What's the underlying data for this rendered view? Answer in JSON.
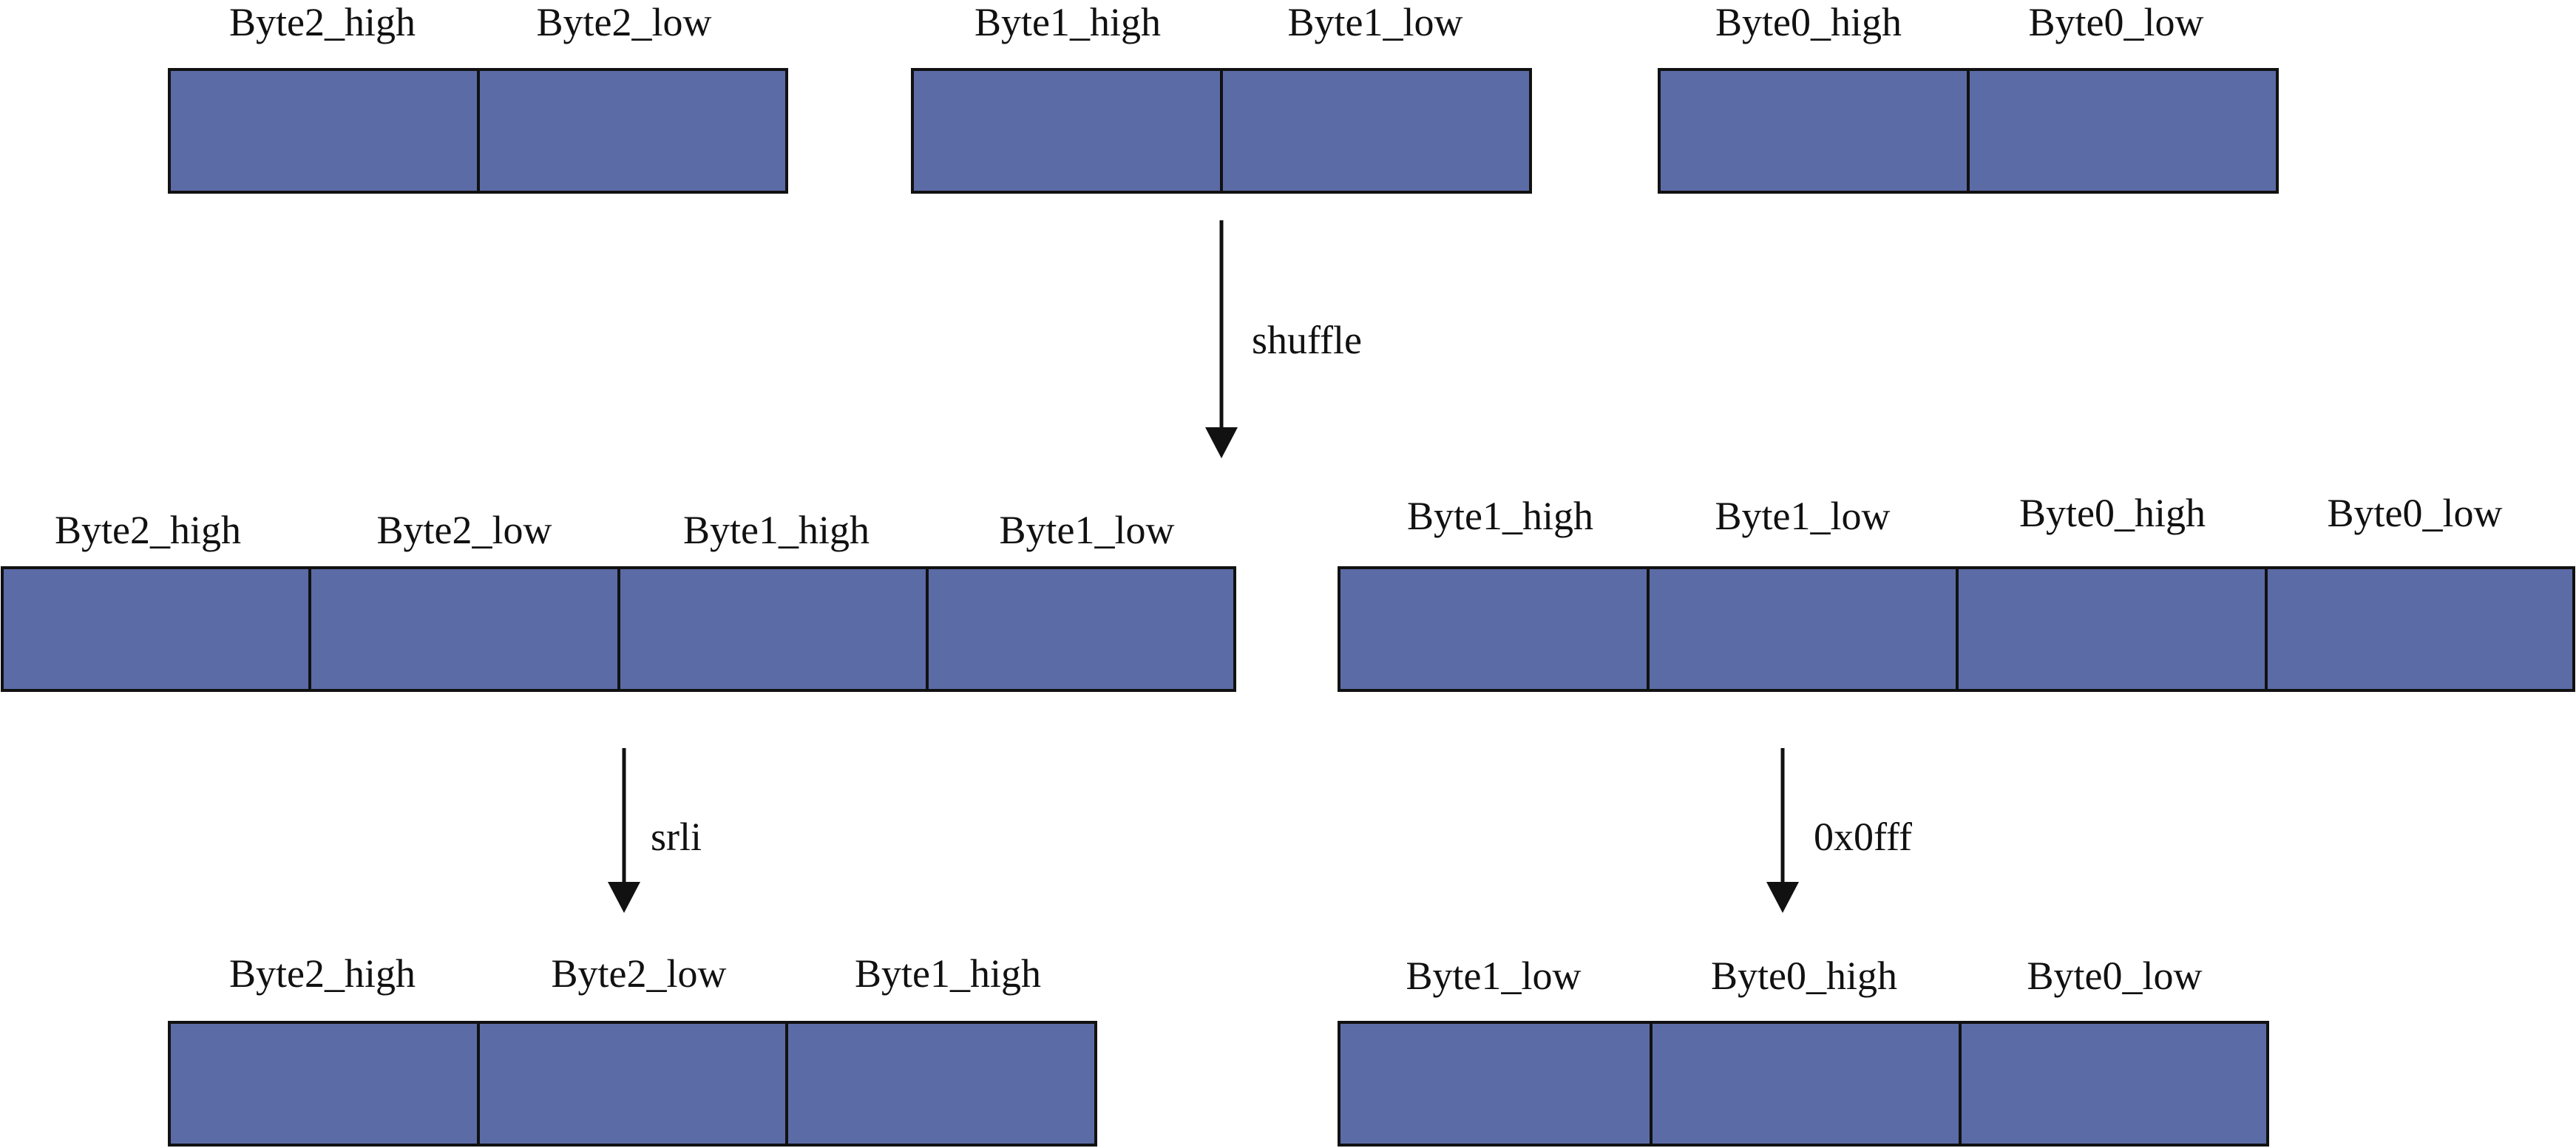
{
  "colors": {
    "cell_fill": "#5b6ba6",
    "stroke": "#111111",
    "background": "#ffffff"
  },
  "row1": {
    "groups": [
      {
        "labels": [
          "Byte2_high",
          "Byte2_low"
        ]
      },
      {
        "labels": [
          "Byte1_high",
          "Byte1_low"
        ]
      },
      {
        "labels": [
          "Byte0_high",
          "Byte0_low"
        ]
      }
    ]
  },
  "arrows": {
    "shuffle": "shuffle",
    "srli": "srli",
    "mask": "0x0fff"
  },
  "row2": {
    "left": {
      "labels": [
        "Byte2_high",
        "Byte2_low",
        "Byte1_high",
        "Byte1_low"
      ]
    },
    "right": {
      "labels": [
        "Byte1_high",
        "Byte1_low",
        "Byte0_high",
        "Byte0_low"
      ]
    }
  },
  "row3": {
    "left": {
      "labels": [
        "Byte2_high",
        "Byte2_low",
        "Byte1_high"
      ]
    },
    "right": {
      "labels": [
        "Byte1_low",
        "Byte0_high",
        "Byte0_low"
      ]
    }
  }
}
